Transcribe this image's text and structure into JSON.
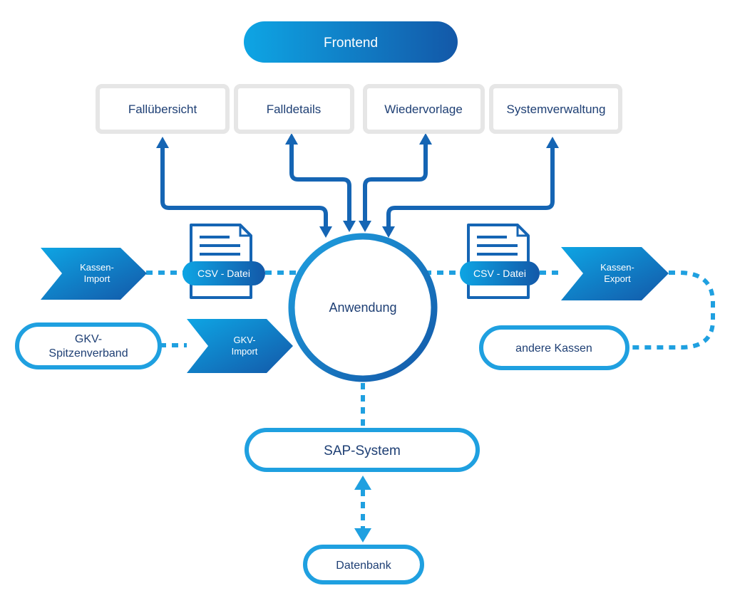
{
  "frontend": {
    "label": "Frontend"
  },
  "screens": [
    "Fallübersicht",
    "Falldetails",
    "Wiedervorlage",
    "Systemverwaltung"
  ],
  "center": {
    "label": "Anwendung"
  },
  "csv_left": {
    "label": "CSV - Datei"
  },
  "csv_right": {
    "label": "CSV - Datei"
  },
  "kassen_import": {
    "line1": "Kassen-",
    "line2": "Import"
  },
  "kassen_export": {
    "line1": "Kassen-",
    "line2": "Export"
  },
  "gkv_spitzenverband": {
    "line1": "GKV-",
    "line2": "Spitzenverband"
  },
  "gkv_import": {
    "line1": "GKV-",
    "line2": "Import"
  },
  "andere_kassen": {
    "label": "andere Kassen"
  },
  "sap": {
    "label": "SAP-System"
  },
  "datenbank": {
    "label": "Datenbank"
  },
  "colors": {
    "dark_blue": "#1565b4",
    "light_blue": "#1fa0e0",
    "gradient_start": "#0ea5e4",
    "gradient_end": "#1358a8",
    "gray_border": "#e6e6e6",
    "text_dark": "#1e3f74",
    "text_light": "#ffffff"
  }
}
